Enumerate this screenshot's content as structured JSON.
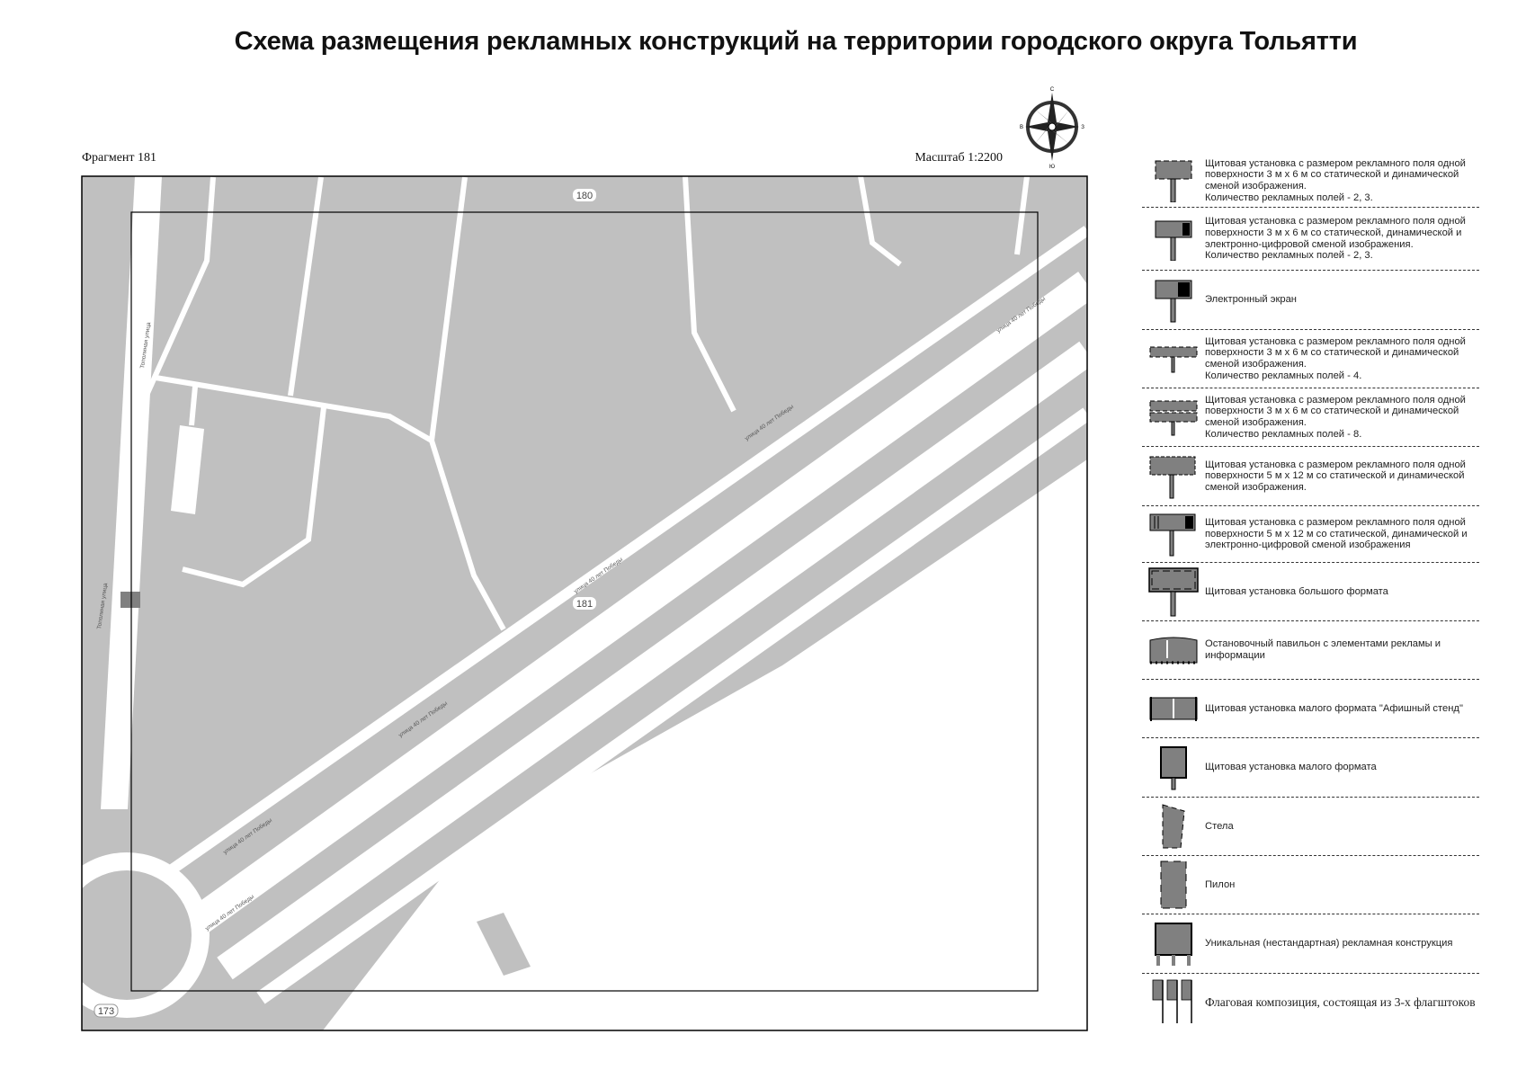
{
  "header": {
    "title": "Схема размещения рекламных конструкций на территории городского округа Тольятти",
    "fragment": "Фрагмент 181",
    "scale": "Масштаб 1:2200"
  },
  "compass": {
    "icon": "compass-rose-icon",
    "north": "С",
    "south": "Ю",
    "west": "В",
    "east": "З"
  },
  "map": {
    "colors": {
      "built_area": "#c0c0c0",
      "road": "#ffffff",
      "frame": "#000000"
    },
    "badges": [
      "180",
      "181",
      "173"
    ],
    "street_labels": {
      "main": "улица 40 лет Победы",
      "side": "Тополиная улица"
    }
  },
  "legend": [
    {
      "icon": "billboard-3x6-static-dynamic-icon",
      "text": "Щитовая установка с размером рекламного поля одной поверхности 3 м х 6 м со статической и динамической сменой изображения.",
      "extra": "Количество рекламных полей - 2, 3."
    },
    {
      "icon": "billboard-3x6-digital-icon",
      "text": "Щитовая установка с размером рекламного поля одной поверхности 3 м х 6 м со статической, динамической и электронно-цифровой сменой изображения.",
      "extra": "Количество рекламных полей - 2, 3."
    },
    {
      "icon": "electronic-screen-icon",
      "text": "Электронный экран",
      "extra": ""
    },
    {
      "icon": "billboard-4-fields-icon",
      "text": "Щитовая установка с размером рекламного поля одной поверхности 3 м х 6 м со статической и динамической сменой изображения.",
      "extra": "Количество рекламных полей - 4."
    },
    {
      "icon": "billboard-8-fields-icon",
      "text": "Щитовая установка с размером рекламного поля одной поверхности 3 м х 6 м со статической и динамической сменой изображения.",
      "extra": "Количество рекламных полей - 8."
    },
    {
      "icon": "billboard-5x12-static-dynamic-icon",
      "text": "Щитовая установка с размером рекламного поля одной поверхности 5 м х 12 м со статической и динамической сменой изображения.",
      "extra": ""
    },
    {
      "icon": "billboard-5x12-digital-icon",
      "text": "Щитовая установка с размером рекламного поля одной поверхности 5 м х 12 м со статической, динамической и электронно-цифровой сменой изображения",
      "extra": ""
    },
    {
      "icon": "large-format-billboard-icon",
      "text": "Щитовая установка большого формата",
      "extra": ""
    },
    {
      "icon": "bus-stop-pavilion-icon",
      "text": "Остановочный павильон с элементами рекламы и информации",
      "extra": ""
    },
    {
      "icon": "poster-stand-icon",
      "text": "Щитовая установка малого формата \"Афишный стенд\"",
      "extra": ""
    },
    {
      "icon": "small-format-billboard-icon",
      "text": "Щитовая установка малого формата",
      "extra": ""
    },
    {
      "icon": "stele-icon",
      "text": "Стела",
      "extra": ""
    },
    {
      "icon": "pylon-icon",
      "text": "Пилон",
      "extra": ""
    },
    {
      "icon": "unique-structure-icon",
      "text": "Уникальная (нестандартная) рекламная конструкция",
      "extra": ""
    },
    {
      "icon": "flag-composition-icon",
      "text": "Флаговая композиция, состоящая из 3-х флагштоков",
      "extra": ""
    }
  ]
}
